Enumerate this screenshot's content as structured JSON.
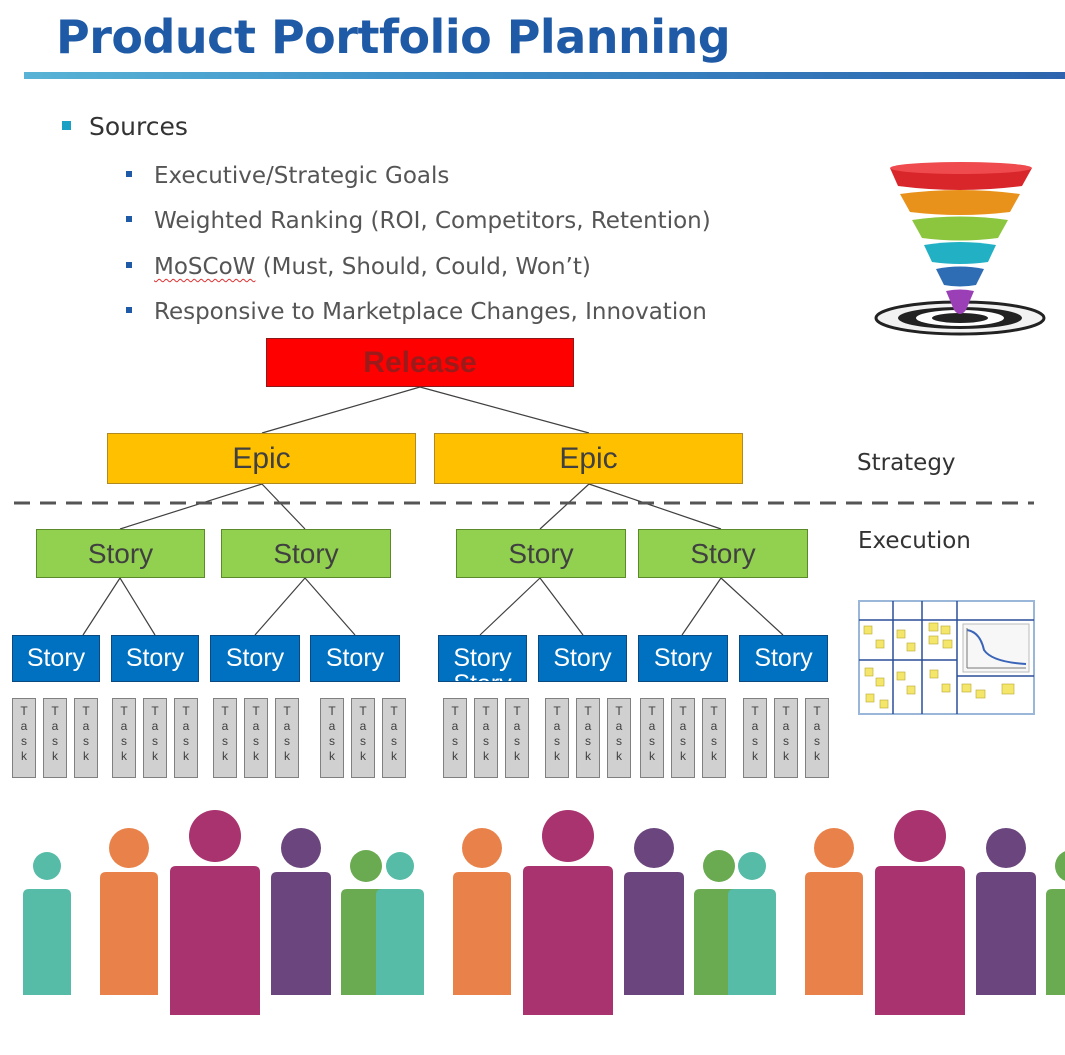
{
  "title": "Product Portfolio Planning",
  "bullets": {
    "main": "Sources",
    "sub": [
      "Executive/Strategic Goals",
      "Weighted Ranking (ROI, Competitors, Retention)",
      "MoSCoW (Must, Should, Could, Won’t)",
      "Responsive to Marketplace Changes, Innovation"
    ]
  },
  "diagram": {
    "release": "Release",
    "epics": [
      "Epic",
      "Epic"
    ],
    "stories_level1": [
      "Story",
      "Story",
      "Story",
      "Story"
    ],
    "stories_level2": [
      "Story",
      "Story",
      "Story",
      "Story",
      "Story",
      "Story",
      "Story",
      "Story"
    ],
    "overflow_text": "Story",
    "task_label": "T a s k",
    "labels": {
      "strategy": "Strategy",
      "execution": "Execution"
    }
  },
  "colors": {
    "title": "#1f5aa6",
    "release": "#ff0000",
    "epic": "#ffc000",
    "story_green": "#92d050",
    "story_blue": "#0070c0",
    "task": "#d0d0d0"
  }
}
